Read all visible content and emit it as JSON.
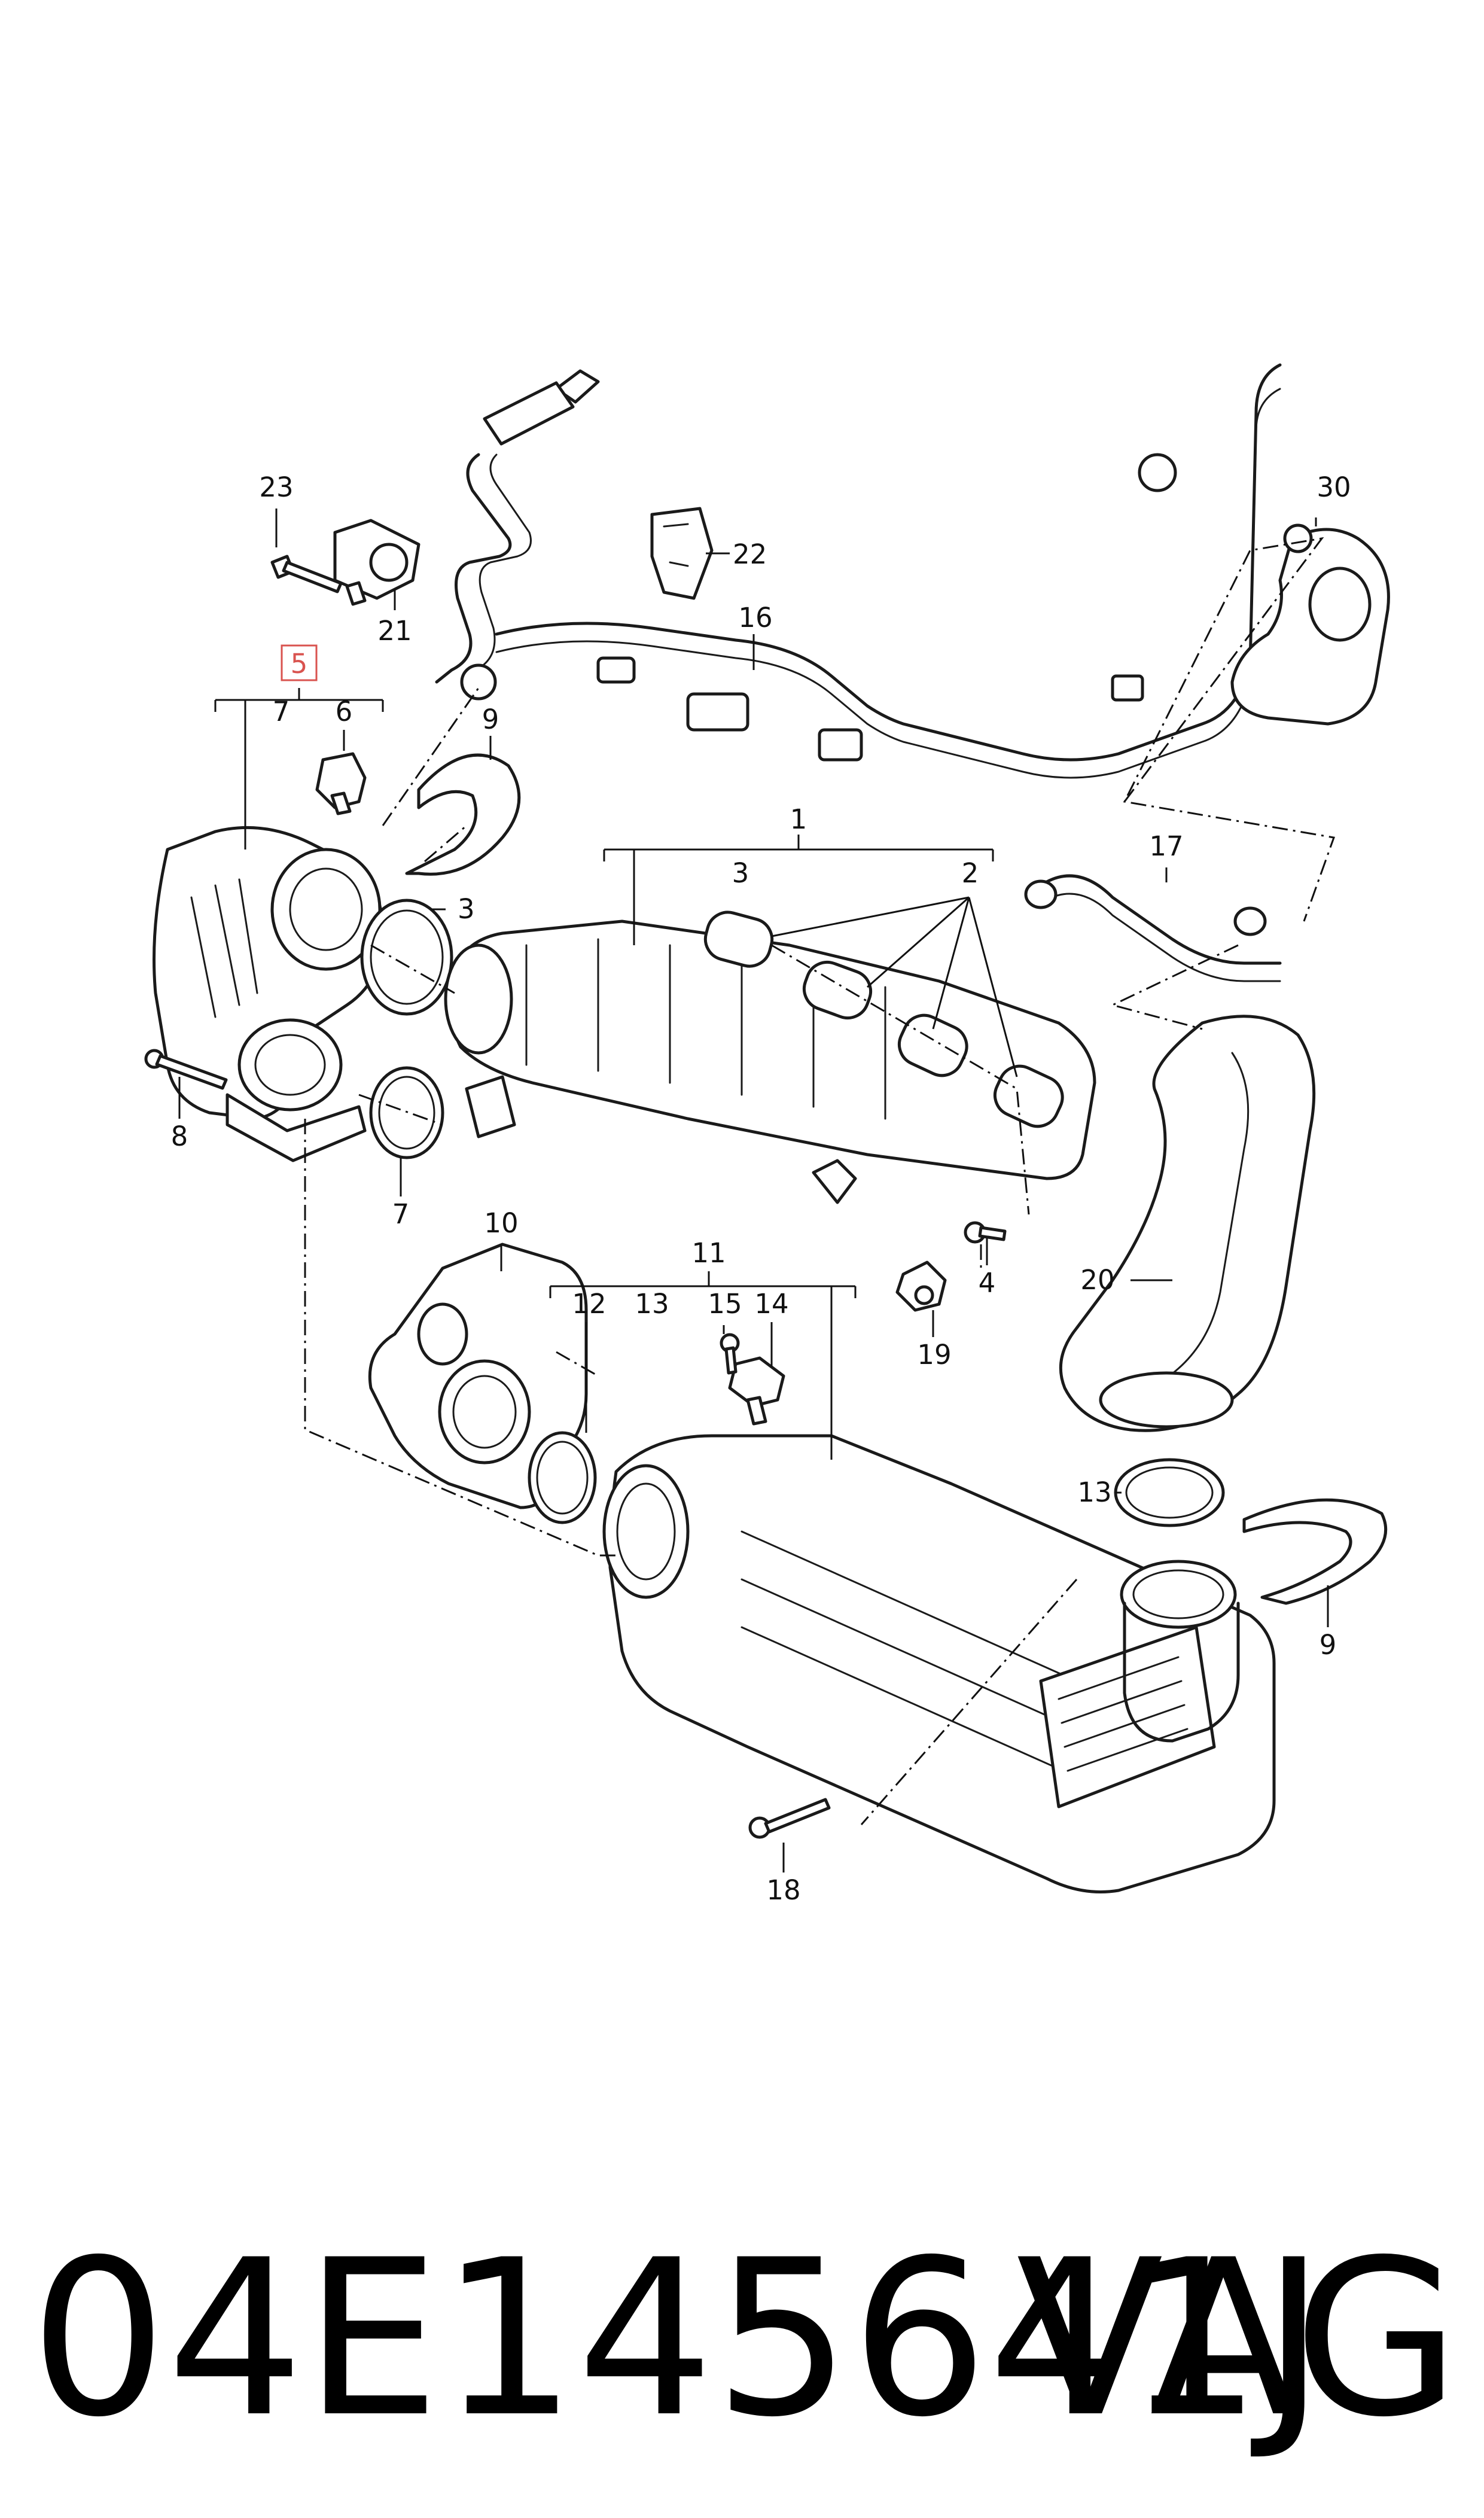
{
  "callouts": {
    "c1": "1",
    "c2": "2",
    "c3a": "3",
    "c3b": "3",
    "c4": "4",
    "c5": "5",
    "c6": "6",
    "c7a": "7",
    "c7b": "7",
    "c8": "8",
    "c9a": "9",
    "c9b": "9",
    "c10": "10",
    "c11": "11",
    "c12": "12",
    "c13a": "13",
    "c13b": "13",
    "c14": "14",
    "c15": "15",
    "c16": "16",
    "c17": "17",
    "c18": "18",
    "c19": "19",
    "c20": "20",
    "c21": "21",
    "c22": "22",
    "c23": "23",
    "c30": "30"
  },
  "highlighted_callout": "5",
  "highlight_color": "#d9534f",
  "footer": {
    "part_number": "04E145641J",
    "brand": "VAG"
  }
}
